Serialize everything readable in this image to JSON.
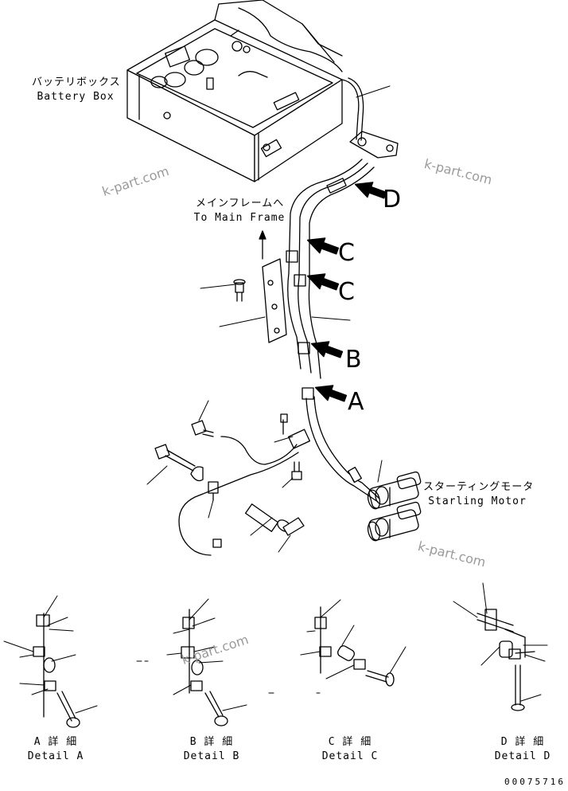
{
  "labels": {
    "battery_box_jp": "バッテリボックス",
    "battery_box_en": "Battery Box",
    "main_frame_jp": "メインフレームへ",
    "main_frame_en": "To Main Frame",
    "starting_motor_jp": "スターティングモータ",
    "starting_motor_en": "Starling Motor"
  },
  "view_arrows": [
    "D",
    "C",
    "C",
    "B",
    "A"
  ],
  "details": [
    {
      "jp": "A 詳 細",
      "en": "Detail A"
    },
    {
      "jp": "B 詳 細",
      "en": "Detail B"
    },
    {
      "jp": "C 詳 細",
      "en": "Detail C"
    },
    {
      "jp": "D 詳 細",
      "en": "Detail D"
    }
  ],
  "watermarks": [
    "k-part.com",
    "k-part.com",
    "k-part.com",
    "k-part.com"
  ],
  "drawing_number": "00075716"
}
